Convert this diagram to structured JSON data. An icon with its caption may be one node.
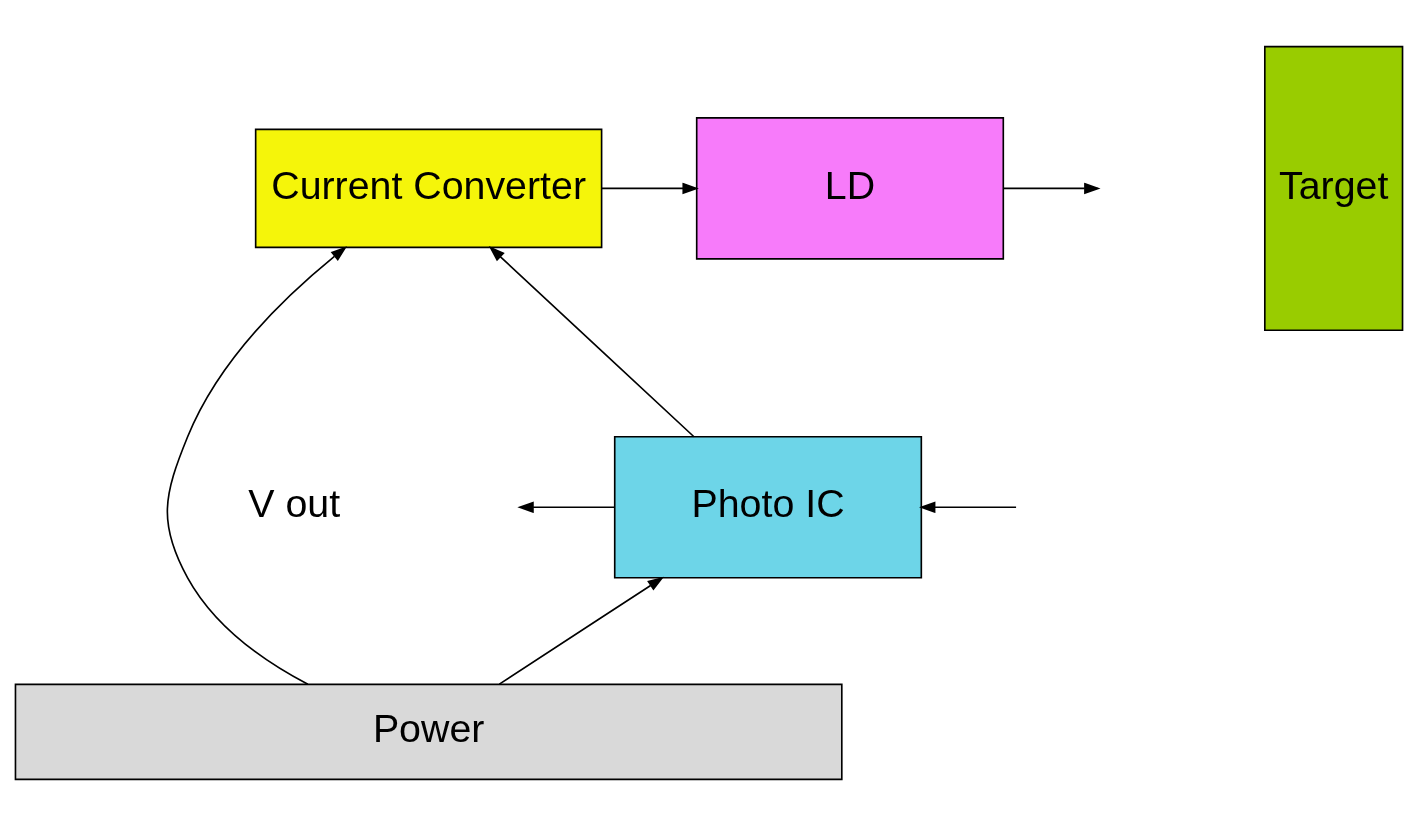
{
  "diagram": {
    "nodes": [
      {
        "text": [
          "Current Converter"
        ]
      },
      {
        "text": [
          "LD"
        ]
      },
      {
        "text": [
          "Photo IC"
        ]
      },
      {
        "text": [
          "Target"
        ]
      },
      {
        "text": [
          "Power"
        ]
      }
    ],
    "edges": [
      {
        "from": 0,
        "to": 1,
        "arrow": "to"
      },
      {
        "from": 1,
        "to": null,
        "arrow": "to"
      },
      {
        "from": null,
        "to": 2,
        "arrow": "to"
      },
      {
        "from": 2,
        "to": 0,
        "arrow": "to"
      },
      {
        "from": 2,
        "to": null,
        "arrow": "to"
      },
      {
        "from": 4,
        "to": 0,
        "arrow": "to"
      },
      {
        "from": 4,
        "to": 2,
        "arrow": "to"
      }
    ],
    "labels": [
      "V out"
    ]
  }
}
